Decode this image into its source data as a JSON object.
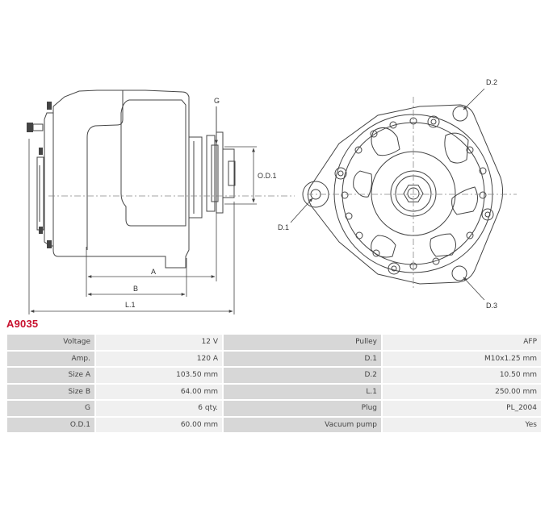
{
  "part_number": "A9035",
  "dimension_labels": {
    "g": "G",
    "od1": "O.D.1",
    "a": "A",
    "b": "B",
    "l1": "L.1",
    "d1": "D.1",
    "d2": "D.2",
    "d3": "D.3"
  },
  "specs": [
    {
      "left_label": "Voltage",
      "left_value": "12 V",
      "right_label": "Pulley",
      "right_value": "AFP"
    },
    {
      "left_label": "Amp.",
      "left_value": "120 A",
      "right_label": "D.1",
      "right_value": "M10x1.25 mm"
    },
    {
      "left_label": "Size A",
      "left_value": "103.50 mm",
      "right_label": "D.2",
      "right_value": "10.50 mm"
    },
    {
      "left_label": "Size B",
      "left_value": "64.00 mm",
      "right_label": "L.1",
      "right_value": "250.00 mm"
    },
    {
      "left_label": "G",
      "left_value": "6 qty.",
      "right_label": "Plug",
      "right_value": "PL_2004"
    },
    {
      "left_label": "O.D.1",
      "left_value": "60.00 mm",
      "right_label": "Vacuum pump",
      "right_value": "Yes"
    }
  ],
  "colors": {
    "accent": "#c8102e",
    "label_cell": "#d7d7d7",
    "value_cell": "#f0f0f0"
  }
}
